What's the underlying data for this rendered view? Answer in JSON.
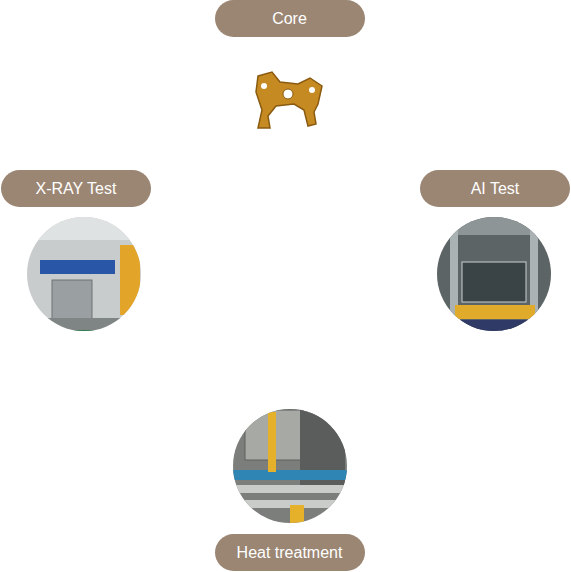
{
  "diagram": {
    "nodes": [
      {
        "text": [
          "Core"
        ]
      },
      {
        "text": [
          "X-RAY Test"
        ]
      },
      {
        "text": [
          "AI Test"
        ]
      },
      {
        "text": [
          "Heat treatment"
        ]
      }
    ]
  }
}
